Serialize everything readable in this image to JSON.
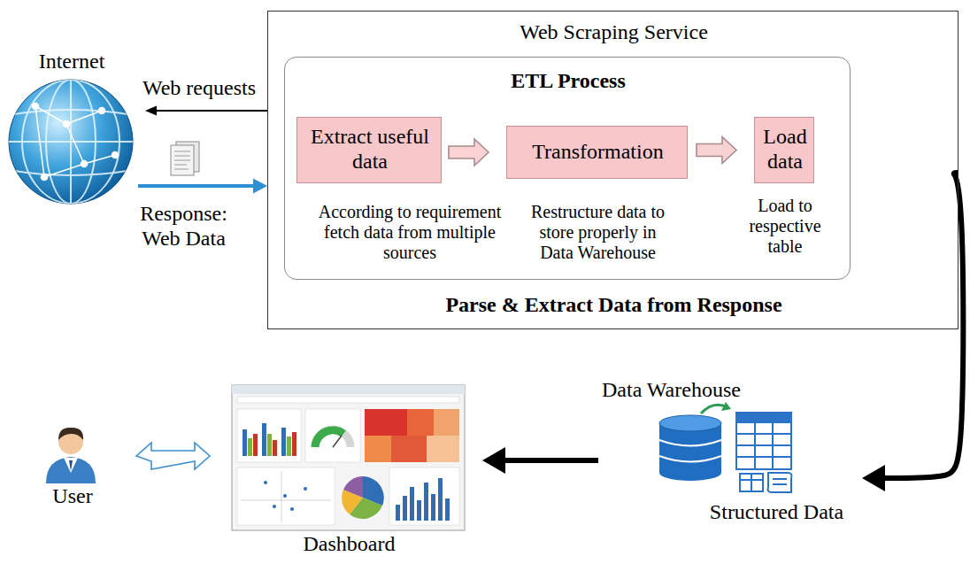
{
  "diagram": {
    "nodes": [
      {
        "text": [
          "Internet"
        ]
      },
      {
        "text": [
          "Web Scraping Service",
          "Parse & Extract Data from Response"
        ]
      },
      {
        "text": [
          "ETL Process"
        ],
        "in": 1
      },
      {
        "text": [
          "Extract useful data",
          "According to requirement fetch data from multiple sources"
        ],
        "in": 2
      },
      {
        "text": [
          "Transformation",
          "Restructure data to store properly in Data Warehouse"
        ],
        "in": 2
      },
      {
        "text": [
          "Load data",
          "Load to respective table"
        ],
        "in": 2
      },
      {
        "text": [
          "User"
        ]
      },
      {
        "text": [
          "Dashboard"
        ]
      },
      {
        "text": [
          "Data Warehouse",
          "Structured Data"
        ]
      }
    ],
    "edges": [
      {
        "from": 1,
        "to": 0,
        "arrow": "to",
        "label": "Web requests"
      },
      {
        "from": 0,
        "to": 1,
        "arrow": "to",
        "label": "Response: Web Data"
      },
      {
        "from": 3,
        "to": 4,
        "arrow": "to"
      },
      {
        "from": 4,
        "to": 5,
        "arrow": "to"
      },
      {
        "from": 1,
        "to": 8,
        "arrow": "to"
      },
      {
        "from": 8,
        "to": 7,
        "arrow": "to"
      },
      {
        "from": 6,
        "to": 7,
        "arrow": "both"
      }
    ]
  }
}
